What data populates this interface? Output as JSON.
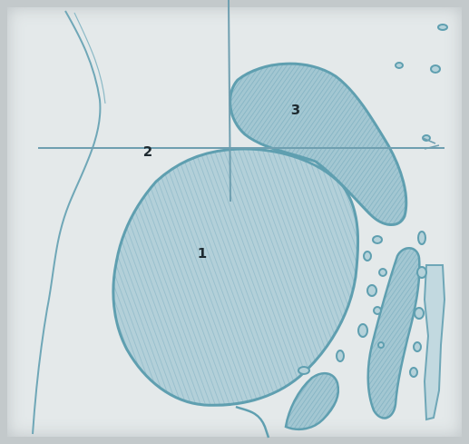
{
  "diagram": {
    "labels": {
      "one": "1",
      "two": "2",
      "three": "3"
    },
    "colors": {
      "paper": "#e4e9ea",
      "stroke": "#5f9fb0",
      "fill": "#a9cad4",
      "fill_dark": "#8ab7c5",
      "text": "#1e2a30"
    }
  }
}
